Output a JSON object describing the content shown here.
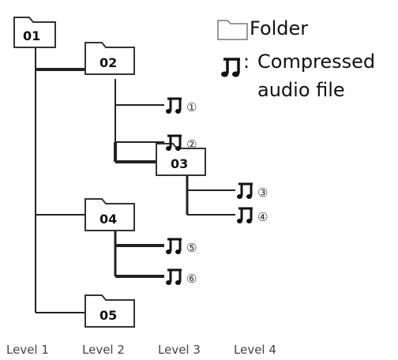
{
  "folders": [
    {
      "id": "f01",
      "label": "01"
    },
    {
      "id": "f02",
      "label": "02"
    },
    {
      "id": "f03",
      "label": "03"
    },
    {
      "id": "f04",
      "label": "04"
    },
    {
      "id": "f05",
      "label": "05"
    }
  ],
  "files": [
    {
      "id": "a1",
      "label": "①"
    },
    {
      "id": "a2",
      "label": "②"
    },
    {
      "id": "a3",
      "label": "③"
    },
    {
      "id": "a4",
      "label": "④"
    },
    {
      "id": "a5",
      "label": "⑤"
    },
    {
      "id": "a6",
      "label": "⑥"
    }
  ],
  "legend": {
    "folder": "Folder",
    "audio_line1": "Compressed",
    "audio_line2": "audio file"
  },
  "levels": [
    "Level 1",
    "Level 2",
    "Level 3",
    "Level 4"
  ],
  "colors": {
    "line": "#222222",
    "folder_fill": "#ffffff",
    "folder_stroke": "#333333"
  }
}
